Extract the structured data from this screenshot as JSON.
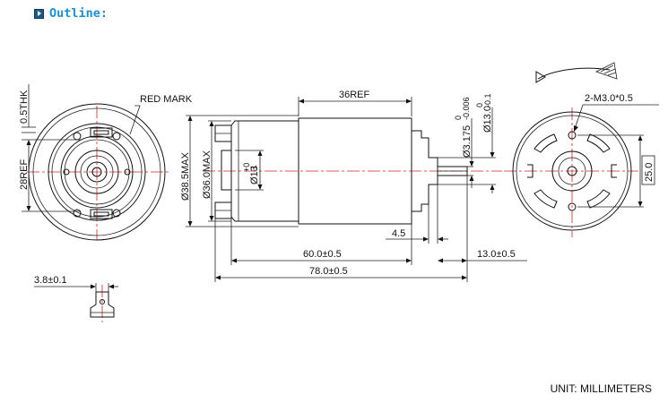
{
  "header": {
    "title": "Outline:",
    "icon": "play-arrow-icon"
  },
  "labels": {
    "red_mark": "RED MARK",
    "thk": "0.5THK",
    "ref28": "28REF",
    "ref36": "36REF",
    "m30": "2-M3.0*0.5",
    "shaft_dia": "Ø3.175",
    "shaft_tol_upper": "0",
    "shaft_tol_lower": "-0.006",
    "boss_dia": "Ø13.0",
    "boss_tol_upper": "0",
    "boss_tol_lower": "-0.1",
    "body_max": "Ø38.5MAX",
    "can_max": "Ø36.0MAX",
    "brush_boss": "Ø13",
    "brush_tol_upper": "+0",
    "brush_tol_lower": "-1",
    "d25": "25.0",
    "d45": "4.5",
    "d60": "60.0±0.5",
    "d13": "13.0±0.5",
    "d78": "78.0±0.5",
    "d38": "3.8±0.1"
  },
  "footer": {
    "unit": "UNIT: MILLIMETERS"
  }
}
